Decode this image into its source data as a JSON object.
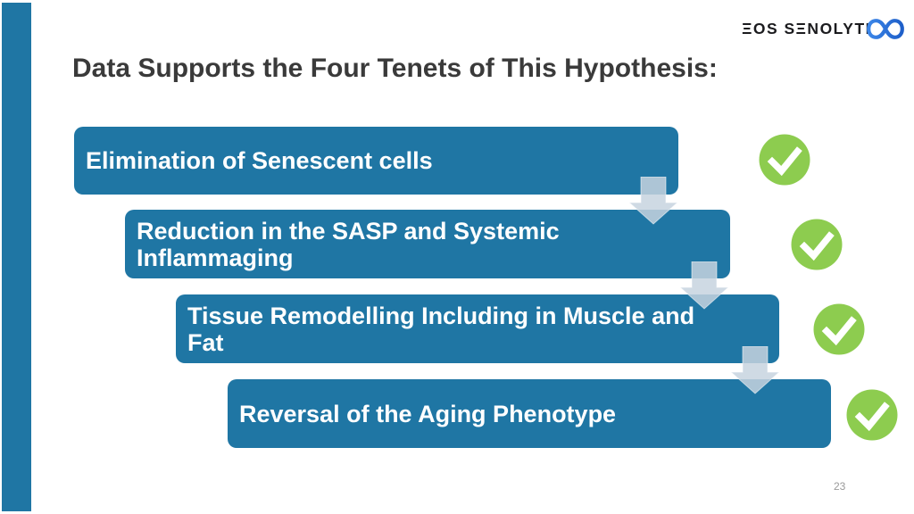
{
  "slide": {
    "title": "Data Supports the Four Tenets of This Hypothesis:",
    "page_number": "23"
  },
  "logo": {
    "brand": "EOS SENOLYTIX",
    "display_text": "ΞOS SΞNOLYTI",
    "icon": "infinity-icon"
  },
  "tenets": [
    {
      "label": "Elimination of Senescent cells",
      "checked": true
    },
    {
      "label": "Reduction in the SASP and Systemic Inflammaging",
      "checked": true
    },
    {
      "label": "Tissue Remodelling Including in Muscle and Fat",
      "checked": true
    },
    {
      "label": "Reversal of the Aging Phenotype",
      "checked": true
    }
  ],
  "icons": {
    "check": "check-circle-icon",
    "arrow": "down-arrow-icon"
  },
  "colors": {
    "box_blue": "#1F76A4",
    "accent_bar_blue": "#1F76A4",
    "check_green": "#8DCC4F",
    "arrow_fill": "#C7D4DF",
    "title_text": "#3A3A3A",
    "logo_text": "#1B1B1E",
    "logo_infinity_blue": "#3C86E8",
    "logo_infinity_blue_dark": "#1E5FC9",
    "page_number_gray": "#9A9A9A"
  }
}
